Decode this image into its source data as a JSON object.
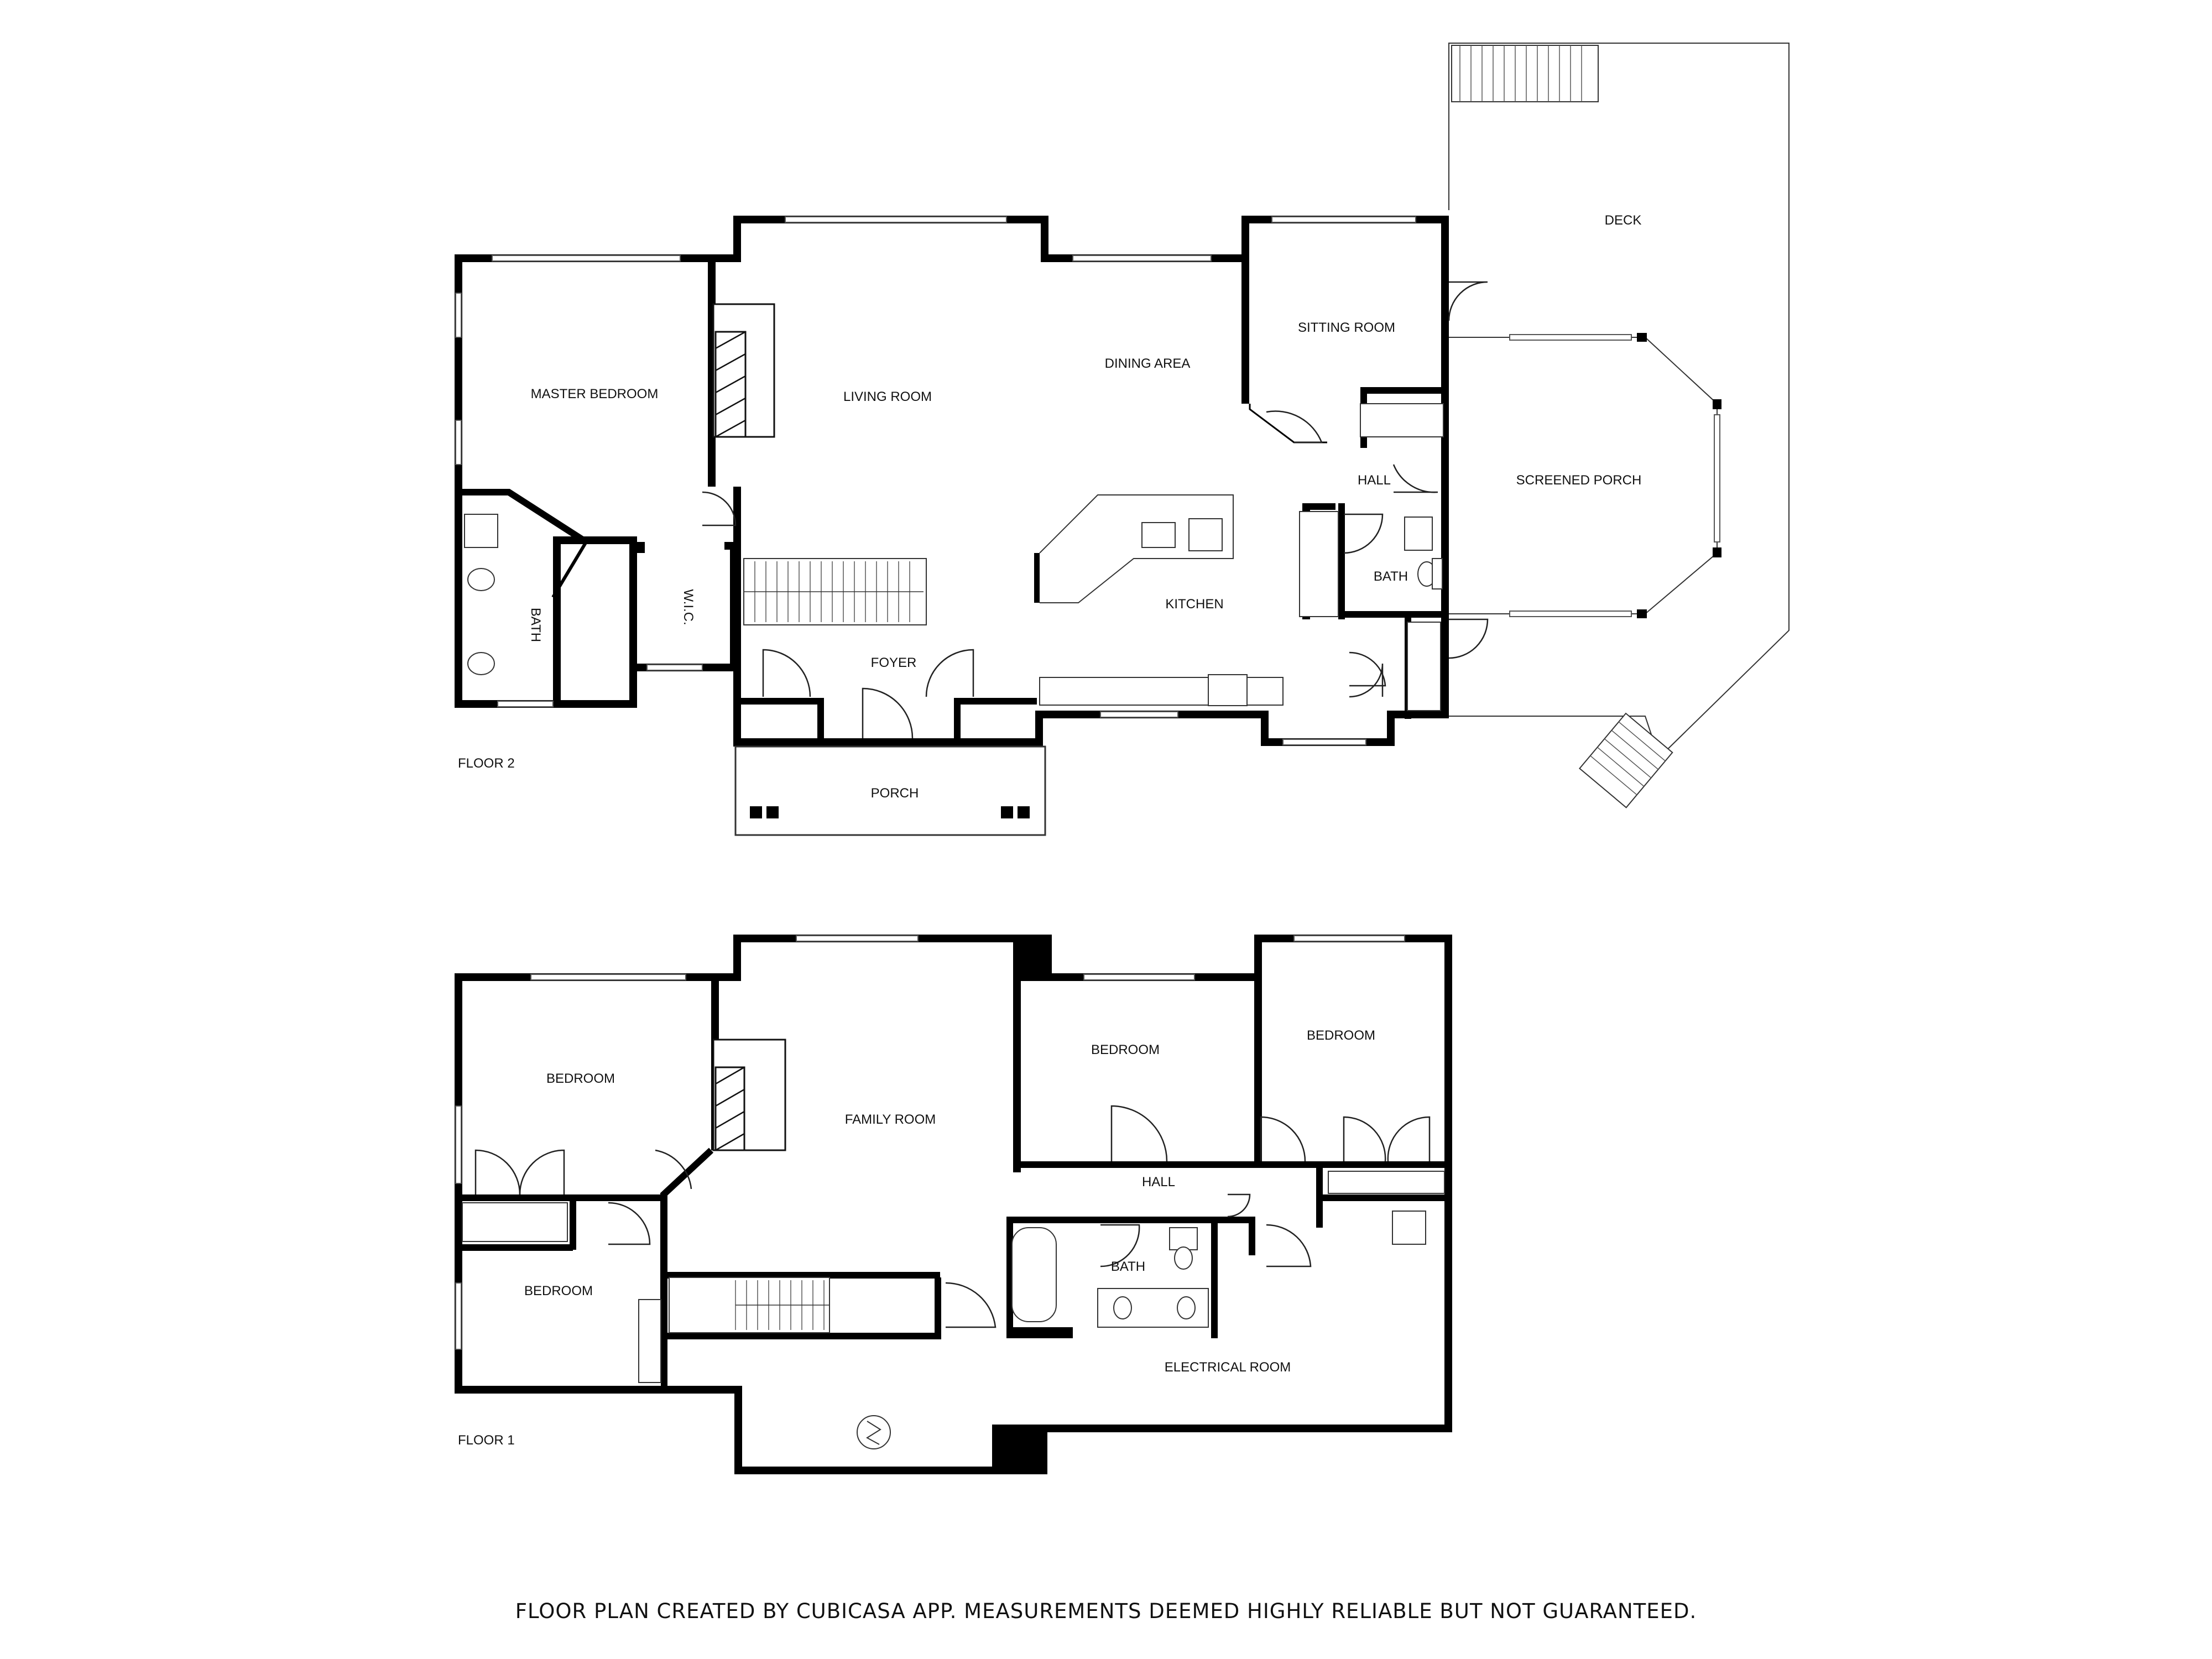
{
  "floor2": {
    "label": "FLOOR 2",
    "rooms": {
      "deck": "DECK",
      "sitting_room": "SITTING ROOM",
      "dining_area": "DINING AREA",
      "living_room": "LIVING ROOM",
      "master_bedroom": "MASTER BEDROOM",
      "hall": "HALL",
      "screened_porch": "SCREENED PORCH",
      "kitchen": "KITCHEN",
      "bath_small": "BATH",
      "bath_master": "BATH",
      "wic": "W.I.C.",
      "foyer": "FOYER",
      "porch": "PORCH"
    }
  },
  "floor1": {
    "label": "FLOOR 1",
    "rooms": {
      "bedroom_a": "BEDROOM",
      "family_room": "FAMILY ROOM",
      "bedroom_b": "BEDROOM",
      "bedroom_c": "BEDROOM",
      "hall": "HALL",
      "bath": "BATH",
      "bedroom_d": "BEDROOM",
      "electrical_room": "ELECTRICAL ROOM"
    }
  },
  "footer": {
    "disclaimer": "FLOOR PLAN CREATED BY CUBICASA APP. MEASUREMENTS DEEMED HIGHLY RELIABLE BUT NOT GUARANTEED."
  }
}
